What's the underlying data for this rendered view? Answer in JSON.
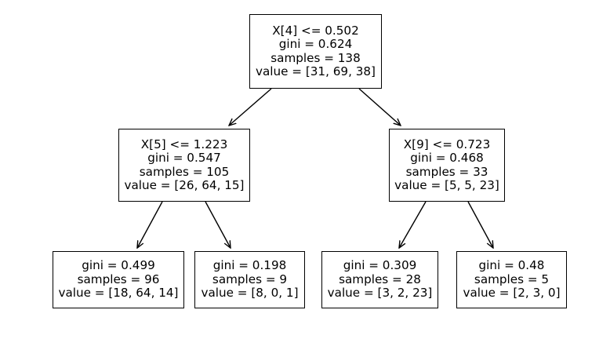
{
  "colors": {
    "stroke": "#000000",
    "background": "#ffffff"
  },
  "tree": {
    "root": {
      "split": "X[4] <= 0.502",
      "gini": "gini = 0.624",
      "samples": "samples = 138",
      "value": "value = [31, 69, 38]"
    },
    "left": {
      "split": "X[5] <= 1.223",
      "gini": "gini = 0.547",
      "samples": "samples = 105",
      "value": "value = [26, 64, 15]"
    },
    "right": {
      "split": "X[9] <= 0.723",
      "gini": "gini = 0.468",
      "samples": "samples = 33",
      "value": "value = [5, 5, 23]"
    },
    "left_left": {
      "gini": "gini = 0.499",
      "samples": "samples = 96",
      "value": "value = [18, 64, 14]"
    },
    "left_right": {
      "gini": "gini = 0.198",
      "samples": "samples = 9",
      "value": "value = [8, 0, 1]"
    },
    "right_left": {
      "gini": "gini = 0.309",
      "samples": "samples = 28",
      "value": "value = [3, 2, 23]"
    },
    "right_right": {
      "gini": "gini = 0.48",
      "samples": "samples = 5",
      "value": "value = [2, 3, 0]"
    }
  }
}
